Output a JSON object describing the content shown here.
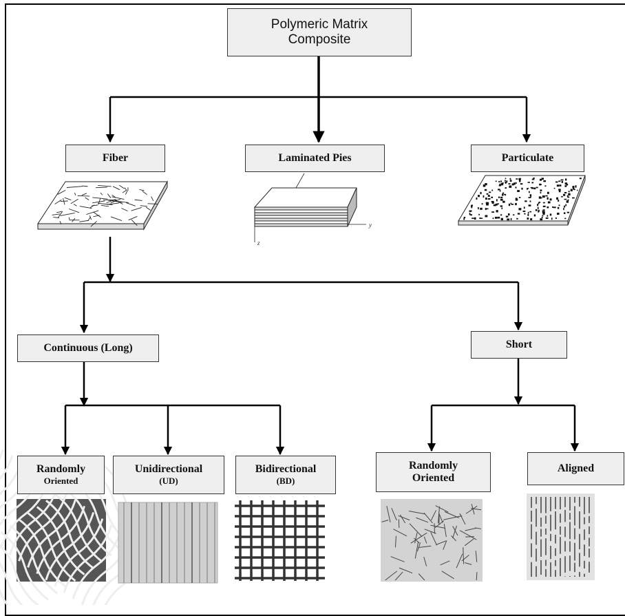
{
  "diagram": {
    "root": {
      "label_line1": "Polymeric Matrix",
      "label_line2": "Composite"
    },
    "categories": {
      "fiber": "Fiber",
      "laminated": "Laminated Pies",
      "particulate": "Particulate"
    },
    "laminate_axes": {
      "y": "y",
      "z": "z"
    },
    "fiber_types": {
      "continuous": "Continuous (Long)",
      "short": "Short"
    },
    "continuous_children": {
      "random_line1": "Randomly",
      "random_line2": "Oriented",
      "ud_line1": "Unidirectional",
      "ud_line2": "(UD)",
      "bd_line1": "Bidirectional",
      "bd_line2": "(BD)"
    },
    "short_children": {
      "random_line1": "Randomly",
      "random_line2": "Oriented",
      "aligned": "Aligned"
    }
  },
  "colors": {
    "box_fill": "#efefef",
    "line": "#000000"
  }
}
